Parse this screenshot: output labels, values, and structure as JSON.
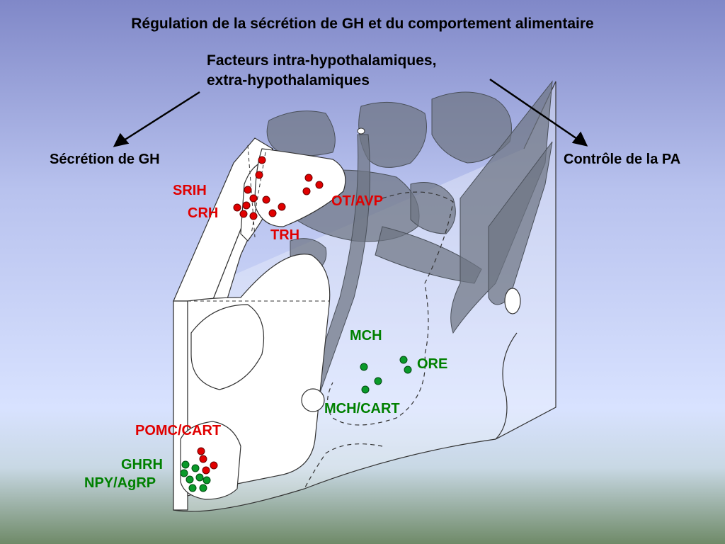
{
  "title": "Régulation de la sécrétion de GH et du comportement alimentaire",
  "subtitle_line1": "Facteurs intra-hypothalamiques,",
  "subtitle_line2": "extra-hypothalamiques",
  "left_target": "Sécrétion de GH",
  "right_target": "Contrôle de la PA",
  "labels": {
    "srih": "SRIH",
    "crh": "CRH",
    "trh": "TRH",
    "ot_avp": "OT/AVP",
    "pomc_cart": "POMC/CART",
    "ghrh": "GHRH",
    "npy_agrp": "NPY/AgRP",
    "mch": "MCH",
    "ore": "ORE",
    "mch_cart": "MCH/CART"
  },
  "colors": {
    "red_marker": "#e00000",
    "green_marker": "#0a9a2a",
    "bg_top": "#8a92cc",
    "bg_bottom": "#d6e0ff",
    "gray_structure": "#6e7582"
  }
}
